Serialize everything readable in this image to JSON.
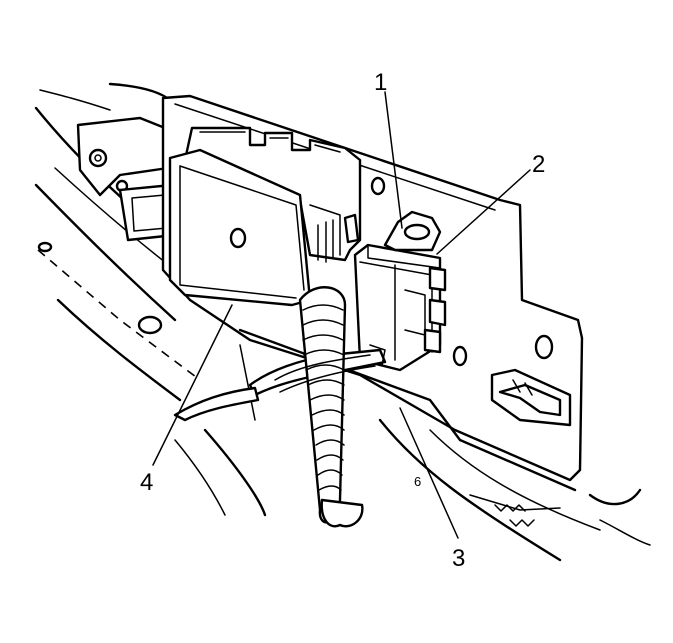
{
  "callouts": {
    "c1": "1",
    "c2": "2",
    "c3": "3",
    "c4": "4"
  },
  "marking": "6"
}
